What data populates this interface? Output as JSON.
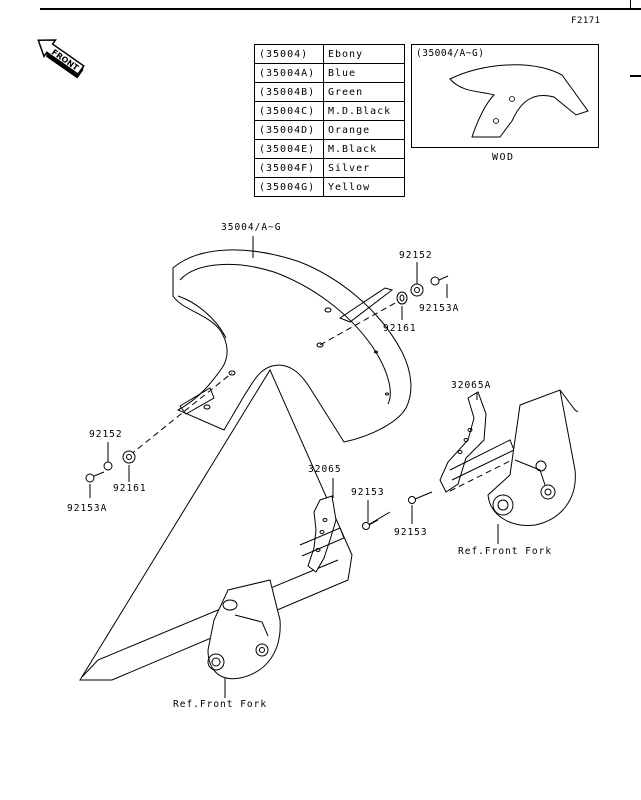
{
  "header": {
    "figure_code": "F2171"
  },
  "front_badge": {
    "label": "FRONT"
  },
  "color_table": {
    "rows": [
      {
        "code": "(35004)",
        "name": "Ebony"
      },
      {
        "code": "(35004A)",
        "name": "Blue"
      },
      {
        "code": "(35004B)",
        "name": "Green"
      },
      {
        "code": "(35004C)",
        "name": "M.D.Black"
      },
      {
        "code": "(35004D)",
        "name": "Orange"
      },
      {
        "code": "(35004E)",
        "name": "M.Black"
      },
      {
        "code": "(35004F)",
        "name": "Silver"
      },
      {
        "code": "(35004G)",
        "name": "Yellow"
      }
    ]
  },
  "wod_box": {
    "title": "(35004/A~G)",
    "label": "WOD"
  },
  "parts": {
    "fender": "35004/A~G",
    "grommet_upper": "92152",
    "bolt_upper": "92153A",
    "collar_upper": "92161",
    "grommet_left": "92152",
    "collar_left": "92161",
    "bolt_left": "92153A",
    "bracket_right": "32065A",
    "bracket_left": "32065",
    "bolt_bracket_left": "92153",
    "bolt_bracket_right": "92153",
    "ref_fork_right": "Ref.Front Fork",
    "ref_fork_left": "Ref.Front Fork"
  }
}
